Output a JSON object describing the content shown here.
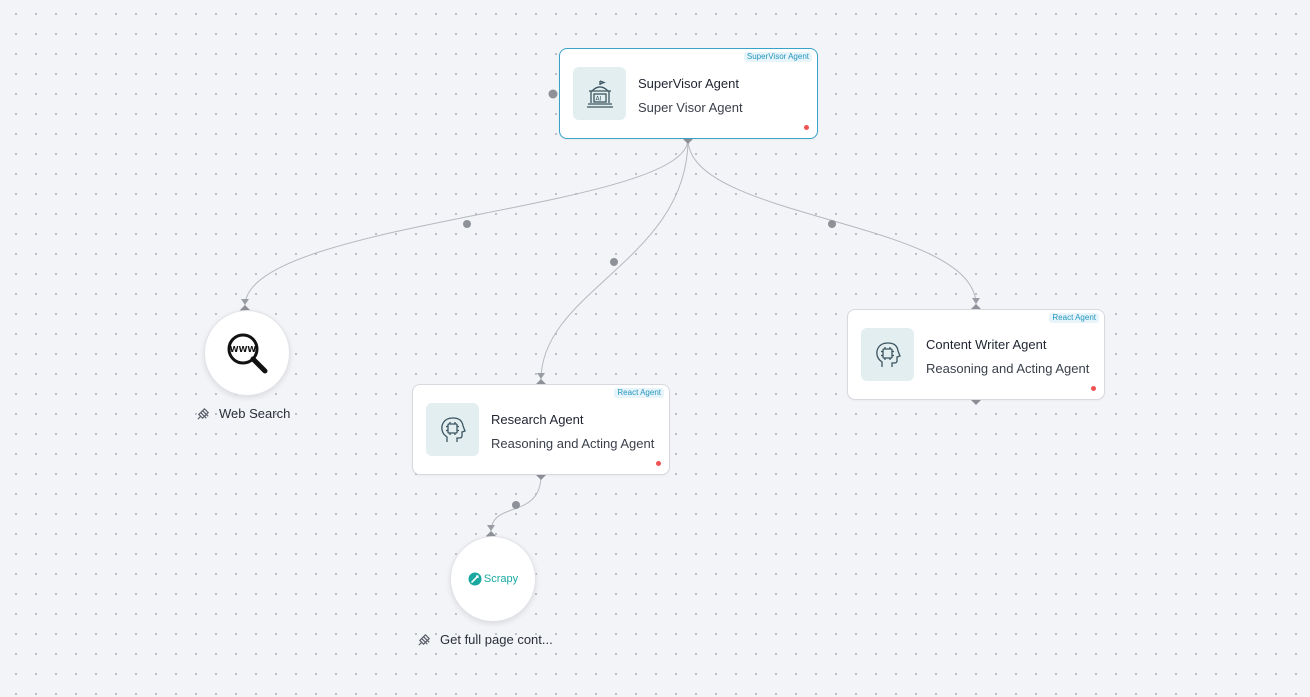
{
  "nodes": {
    "supervisor": {
      "tag": "SuperVisor Agent",
      "title": "SuperVisor Agent",
      "subtitle": "Super Visor Agent",
      "icon": "ai-building-icon"
    },
    "research": {
      "tag": "React Agent",
      "title": "Research Agent",
      "subtitle": "Reasoning and Acting Agent",
      "icon": "brain-chip-icon"
    },
    "content_writer": {
      "tag": "React Agent",
      "title": "Content Writer Agent",
      "subtitle": "Reasoning and Acting Agent",
      "icon": "brain-chip-icon"
    }
  },
  "tools": {
    "web_search": {
      "label": "Web Search",
      "icon": "www-magnifier-icon"
    },
    "scrapy": {
      "label": "Get full page cont...",
      "logo_text": "Scrapy",
      "icon": "scrapy-logo"
    }
  },
  "edges": [
    {
      "from": "supervisor",
      "to": "web_search"
    },
    {
      "from": "supervisor",
      "to": "research"
    },
    {
      "from": "supervisor",
      "to": "content_writer"
    },
    {
      "from": "research",
      "to": "scrapy"
    }
  ],
  "colors": {
    "selected_border": "#38a3c7",
    "tag_text": "#2596be",
    "status_dot": "#f05252",
    "edge": "#b5b8bf",
    "handle": "#8e9198",
    "scrapy": "#1aa9a0"
  }
}
